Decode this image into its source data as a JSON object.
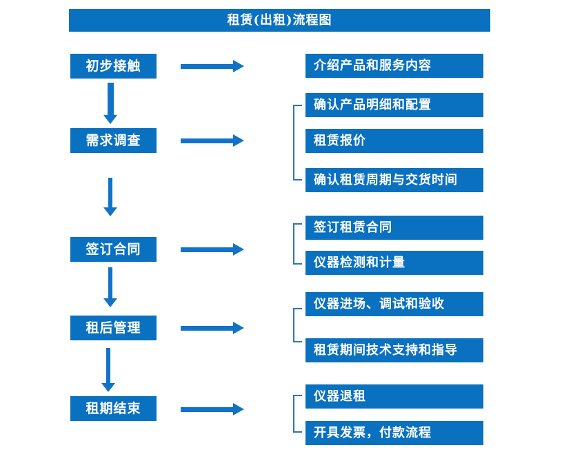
{
  "title": "租赁(出租)流程图",
  "colors": {
    "box_blue": "#0a70c0",
    "arrow_blue": "#1173c8",
    "bracket_blue": "#2e74b5",
    "text_white": "#ffffff"
  },
  "flow": [
    {
      "step": "初步接触",
      "outputs": [
        "介绍产品和服务内容"
      ]
    },
    {
      "step": "需求调查",
      "outputs": [
        "确认产品明细和配置",
        "租赁报价",
        "确认租赁周期与交货时间"
      ]
    },
    {
      "step": "签订合同",
      "outputs": [
        "签订租赁合同",
        "仪器检测和计量"
      ]
    },
    {
      "step": "租后管理",
      "outputs": [
        "仪器进场、调试和验收",
        "租赁期间技术支持和指导"
      ]
    },
    {
      "step": "租期结束",
      "outputs": [
        "仪器退租",
        "开具发票，付款流程"
      ]
    }
  ]
}
